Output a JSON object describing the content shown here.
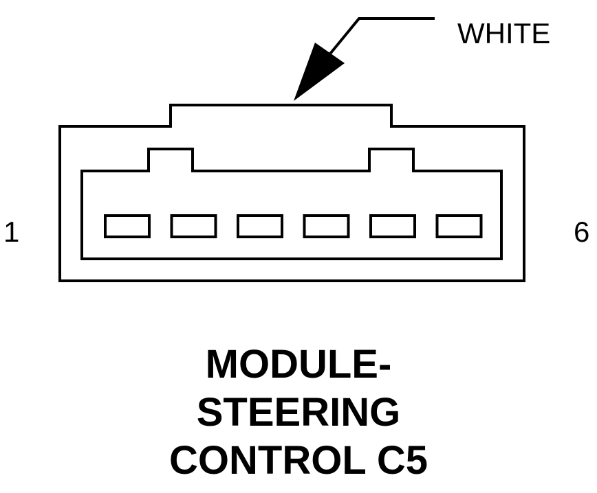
{
  "diagram": {
    "color_label": "WHITE",
    "pin_first_label": "1",
    "pin_last_label": "6",
    "pin_count": 6,
    "stroke_color": "#000000",
    "background_color": "#ffffff"
  },
  "title": {
    "line1": "MODULE-",
    "line2": "STEERING",
    "line3": "CONTROL C5"
  }
}
